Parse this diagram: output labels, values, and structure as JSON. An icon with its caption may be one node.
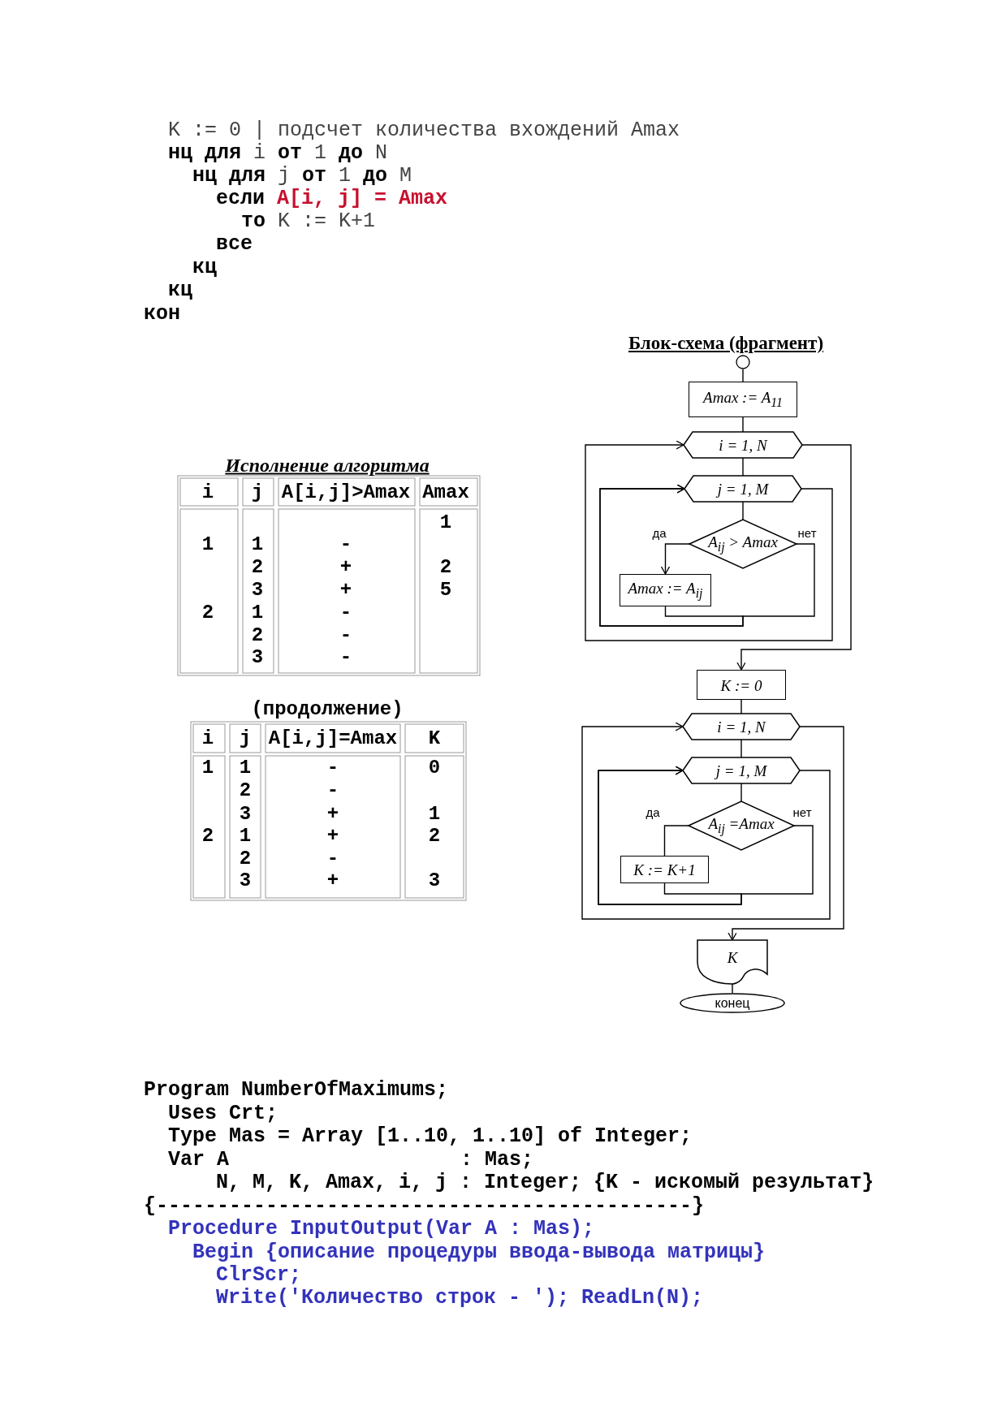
{
  "diagram": {
    "title": "Блок-схема (фрагмент)",
    "nodes": [
      {
        "text": [],
        "shape": "circle"
      },
      {
        "text": [
          "Amax := A$_{11}$"
        ]
      },
      {
        "text": [
          "i = 1, N"
        ]
      },
      {
        "text": [
          "j = 1, M"
        ]
      },
      {
        "text": [
          "A$_{ij}$ > Amax"
        ]
      },
      {
        "text": [
          "Amax := A$_{ij}$"
        ]
      },
      {
        "text": [
          "K := 0"
        ]
      },
      {
        "text": [
          "i = 1, N"
        ]
      },
      {
        "text": [
          "j = 1, M"
        ]
      },
      {
        "text": [
          "A$_{ij}$ =Amax"
        ]
      },
      {
        "text": [
          "K := K+1"
        ]
      },
      {
        "text": [
          "K"
        ]
      },
      {
        "text": [
          "конец"
        ]
      }
    ],
    "edges": [
      {
        "from": 0,
        "to": 1,
        "arrow": "none"
      },
      {
        "from": 1,
        "to": 2,
        "arrow": "none"
      },
      {
        "from": 2,
        "to": 3,
        "arrow": "none"
      },
      {
        "from": 3,
        "to": 4,
        "arrow": "none"
      },
      {
        "from": 4,
        "to": 5,
        "arrow": "to",
        "label": "да"
      },
      {
        "from": 4,
        "to": 3,
        "arrow": "to",
        "label": "нет"
      },
      {
        "from": 5,
        "to": 3,
        "arrow": "to"
      },
      {
        "from": 3,
        "to": 2,
        "arrow": "to"
      },
      {
        "from": 2,
        "to": 6,
        "arrow": "to"
      },
      {
        "from": 6,
        "to": 7,
        "arrow": "none"
      },
      {
        "from": 7,
        "to": 8,
        "arrow": "none"
      },
      {
        "from": 8,
        "to": 9,
        "arrow": "none"
      },
      {
        "from": 9,
        "to": 10,
        "arrow": "none",
        "label": "да"
      },
      {
        "from": 9,
        "to": 8,
        "arrow": "to",
        "label": "нет"
      },
      {
        "from": 10,
        "to": 8,
        "arrow": "to"
      },
      {
        "from": 8,
        "to": 7,
        "arrow": "to"
      },
      {
        "from": 7,
        "to": 11,
        "arrow": "to"
      },
      {
        "from": 11,
        "to": 12,
        "arrow": "none"
      }
    ],
    "labels": [
      "K := 0 | подсчет количества вхождений Amax",
      "**нц для** i **от** 1 **до** N",
      "**нц для** j **от** 1 **до** M",
      "если",
      "A[i, j] = Amax",
      "**то** K := K+1",
      "все",
      "кц",
      "кц",
      "кон",
      "Исполнение алгоритма",
      "i",
      "j",
      "A[i,j]>Amax",
      "Amax",
      "1",
      "1",
      "1",
      "-",
      "2",
      "+",
      "2",
      "3",
      "+",
      "5",
      "2",
      "1",
      "-",
      "2",
      "-",
      "3",
      "-",
      "(продолжение)",
      "i",
      "j",
      "A[i,j]=Amax",
      "K",
      "1",
      "1",
      "-",
      "0",
      "2",
      "-",
      "3",
      "+",
      "1",
      "2",
      "1",
      "+",
      "2",
      "2",
      "-",
      "3",
      "+",
      "3",
      "Program NumberOfMaximums;",
      "Uses Crt;",
      "Type Mas = Array [1..10, 1..10] of Integer;",
      "Var A                   : Mas;",
      "N, M, K, Amax, i, j : Integer; {K - искомый результат}",
      "{--------------------------------------------}",
      "Procedure InputOutput(Var A : Mas);",
      "Begin {описание процедуры ввода-вывода матрицы}",
      "ClrScr;",
      "Write('Количество строк - '); ReadLn(N);"
    ]
  }
}
